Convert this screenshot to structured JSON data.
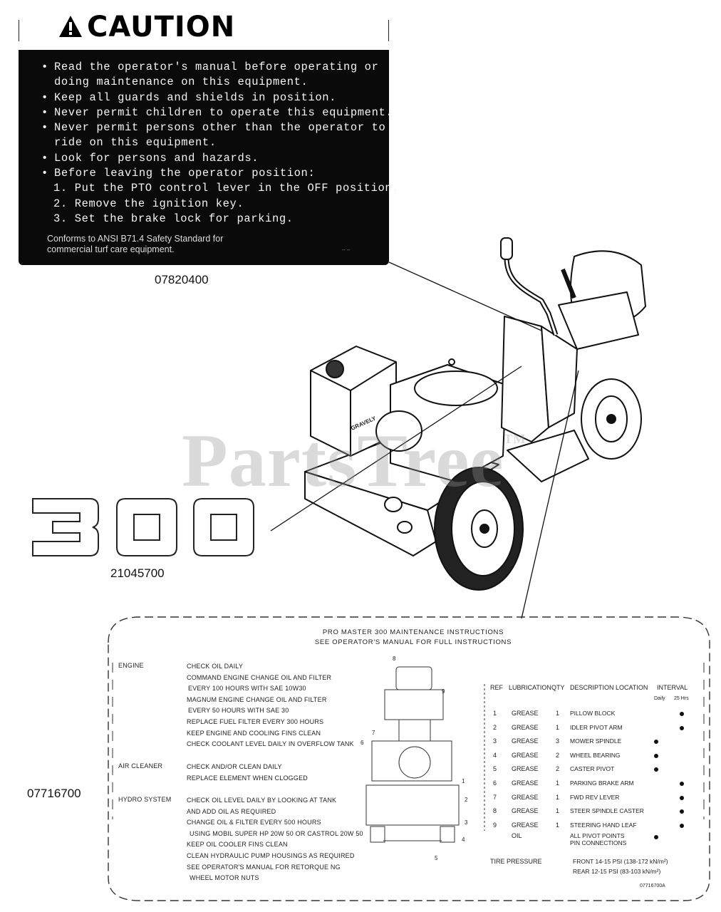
{
  "caution_decal": {
    "title": "CAUTION",
    "items": [
      {
        "text": "Read the operator's manual before operating or",
        "kind": "bul"
      },
      {
        "text": "doing maintenance on this equipment.",
        "kind": "cont"
      },
      {
        "text": "Keep all guards and shields in position.",
        "kind": "bul"
      },
      {
        "text": "Never permit children to operate this equipment.",
        "kind": "bul"
      },
      {
        "text": "Never permit persons other than the operator to",
        "kind": "bul"
      },
      {
        "text": "ride on this equipment.",
        "kind": "cont"
      },
      {
        "text": "Look for persons and hazards.",
        "kind": "bul"
      },
      {
        "text": "Before leaving the operator position:",
        "kind": "bul"
      },
      {
        "text": "1. Put the PTO control lever in the OFF position.",
        "kind": "step"
      },
      {
        "text": "2. Remove the ignition key.",
        "kind": "step"
      },
      {
        "text": "3. Set the brake lock for parking.",
        "kind": "step"
      }
    ],
    "conforms_line1": "Conforms to ANSI B71.4 Safety Standard for",
    "conforms_line2": "commercial turf care equipment.",
    "code": "-- --",
    "part_number": "07820400"
  },
  "model_decal": {
    "model": "300",
    "part_number": "21045700"
  },
  "machine": {
    "brand": "GRAVELY"
  },
  "watermark": {
    "text": "PartsTree",
    "tm": "TM"
  },
  "maintenance_decal": {
    "part_number": "07716700",
    "title_line1": "PRO MASTER 300 MAINTENANCE INSTRUCTIONS",
    "title_line2": "SEE OPERATOR'S MANUAL FOR FULL INSTRUCTIONS",
    "sections": [
      {
        "category": "ENGINE",
        "lines": [
          "CHECK OIL DAILY",
          "COMMAND ENGINE CHANGE OIL AND FILTER",
          "EVERY 100 HOURS WITH SAE 10W30",
          "MAGNUM ENGINE CHANGE OIL AND FILTER",
          "EVERY 50 HOURS WITH SAE 30",
          "REPLACE FUEL FILTER EVERY 300 HOURS",
          "KEEP ENGINE AND COOLING FINS CLEAN",
          "CHECK COOLANT LEVEL DAILY IN OVERFLOW TANK"
        ]
      },
      {
        "category": "AIR CLEANER",
        "lines": [
          "CHECK AND/OR CLEAN DAILY",
          "REPLACE ELEMENT WHEN CLOGGED"
        ]
      },
      {
        "category": "HYDRO SYSTEM",
        "lines": [
          "CHECK OIL LEVEL DAILY BY LOOKING AT TANK",
          "AND ADD OIL AS REQUIRED",
          "CHANGE OIL & FILTER EVERY 500 HOURS",
          "USING MOBIL SUPER HP 20W 50 OR CASTROL 20W 50",
          "KEEP OIL COOLER FINS CLEAN",
          "CLEAN HYDRAULIC PUMP HOUSINGS AS REQUIRED",
          "SEE OPERATOR'S MANUAL FOR RETORQUE NG",
          "WHEEL MOTOR NUTS"
        ]
      }
    ],
    "table": {
      "headers": {
        "ref": "REF",
        "lub": "LUBRICATION",
        "qty": "QTY",
        "desc": "DESCRIPTION LOCATION",
        "interval": "INTERVAL",
        "daily": "Daily",
        "hrs": "25 Hrs"
      },
      "rows": [
        {
          "ref": "1",
          "lub": "GREASE",
          "qty": "1",
          "desc": "PILLOW BLOCK",
          "col": "hrs"
        },
        {
          "ref": "2",
          "lub": "GREASE",
          "qty": "1",
          "desc": "IDLER PIVOT ARM",
          "col": "hrs"
        },
        {
          "ref": "3",
          "lub": "GREASE",
          "qty": "3",
          "desc": "MOWER SPINDLE",
          "col": "daily"
        },
        {
          "ref": "4",
          "lub": "GREASE",
          "qty": "2",
          "desc": "WHEEL BEARING",
          "col": "daily"
        },
        {
          "ref": "5",
          "lub": "GREASE",
          "qty": "2",
          "desc": "CASTER PIVOT",
          "col": "daily"
        },
        {
          "ref": "6",
          "lub": "GREASE",
          "qty": "1",
          "desc": "PARKING BRAKE ARM",
          "col": "hrs"
        },
        {
          "ref": "7",
          "lub": "GREASE",
          "qty": "1",
          "desc": "FWD REV LEVER",
          "col": "hrs"
        },
        {
          "ref": "8",
          "lub": "GREASE",
          "qty": "1",
          "desc": "STEER SPINDLE CASTER",
          "col": "hrs"
        },
        {
          "ref": "9",
          "lub": "GREASE",
          "qty": "1",
          "desc": "STEERING HAND LEAF",
          "col": "hrs"
        }
      ],
      "oil_row": {
        "lub": "OIL",
        "desc1": "ALL PIVOT POINTS",
        "desc2": "PIN CONNECTIONS"
      }
    },
    "tire_pressure": {
      "label": "TIRE PRESSURE",
      "front": "FRONT 14-15 PSI (138-172 kN/m²)",
      "rear": "REAR 12-15 PSI (83-103 kN/m²)"
    },
    "code": "07716700A",
    "callouts": [
      "8",
      "9",
      "7",
      "6",
      "1",
      "2",
      "3",
      "4",
      "5"
    ]
  }
}
